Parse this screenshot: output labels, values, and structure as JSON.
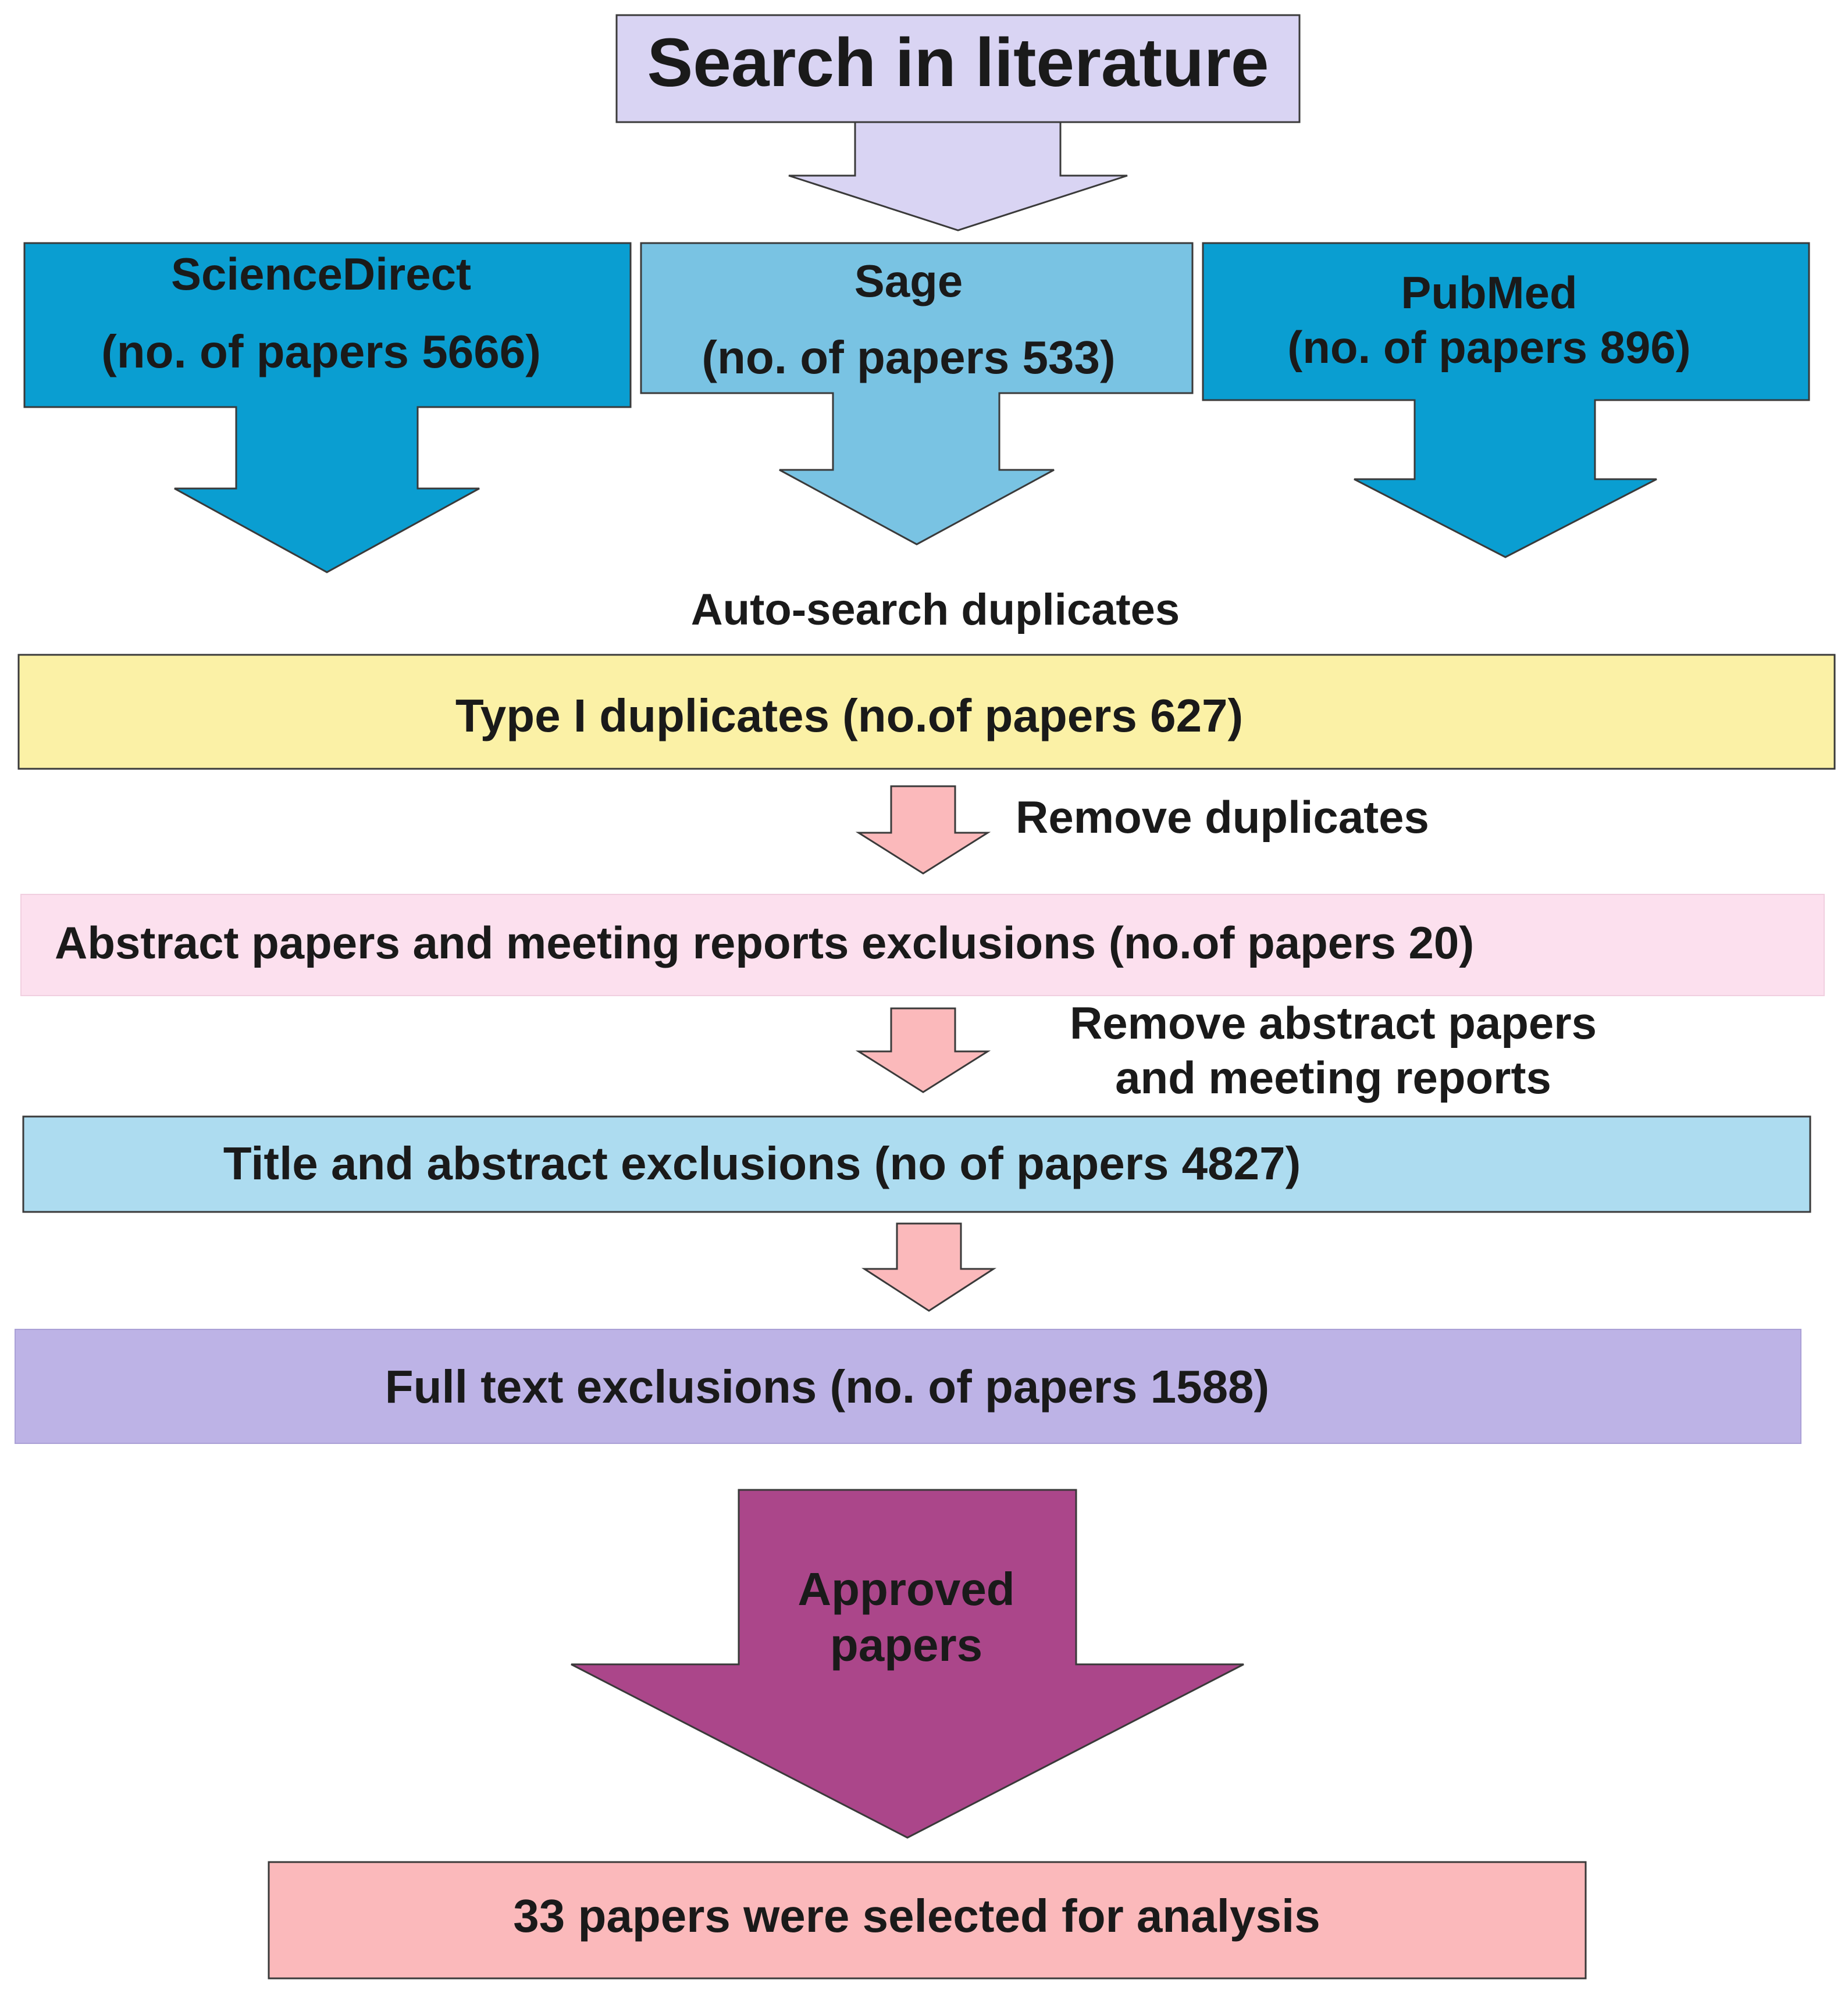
{
  "diagram": {
    "top": {
      "label": "Search in literature"
    },
    "sources": [
      {
        "name": "ScienceDirect",
        "count_text": "(no. of papers 5666)"
      },
      {
        "name": "Sage",
        "count_text": "(no. of papers 533)"
      },
      {
        "name": "PubMed",
        "count_text": "(no. of papers 896)"
      }
    ],
    "auto_search_label": "Auto-search duplicates",
    "type1_box": "Type I duplicates (no.of papers 627)",
    "remove_duplicates_label": "Remove duplicates",
    "abstract_box": "Abstract papers and meeting reports exclusions (no.of papers 20)",
    "remove_abstract_label": [
      "Remove abstract papers",
      "and meeting reports"
    ],
    "title_box": "Title and abstract exclusions (no of papers 4827)",
    "fulltext_box": "Full text exclusions (no. of papers 1588)",
    "approved_label": [
      "Approved",
      "papers"
    ],
    "final_box": "33 papers were selected for analysis"
  },
  "colors": {
    "top_box": "#d9d4f3",
    "sciencedirect": "#0a9ed1",
    "sage": "#79c3e3",
    "pubmed": "#0a9ed1",
    "type1_box": "#fbf1a6",
    "abstract_box": "#fce0ee",
    "title_box": "#addcf0",
    "fulltext_box": "#bdb3e6",
    "approved_arrow": "#ab468a",
    "final_box": "#fbb9bb",
    "small_arrows": "#fbb9bb"
  }
}
